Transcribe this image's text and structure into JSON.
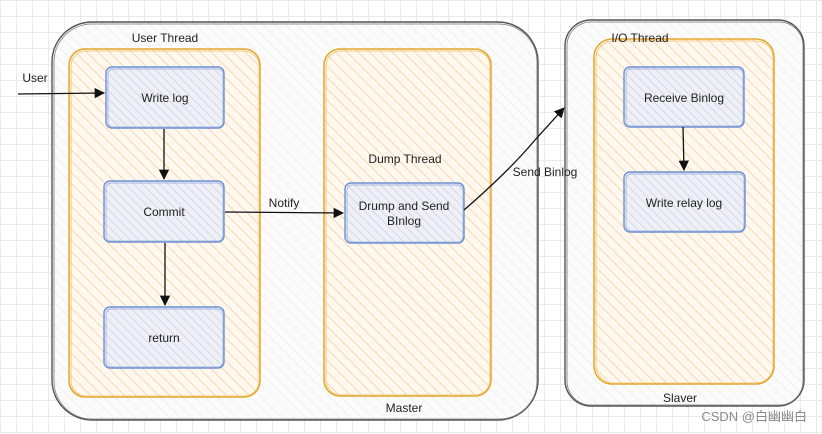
{
  "actor": {
    "label": "User"
  },
  "master": {
    "label": "Master",
    "user_thread": {
      "label": "User Thread",
      "steps": [
        "Write log",
        "Commit",
        "return"
      ]
    },
    "dump_thread": {
      "label": "Dump Thread",
      "step_line1": "Drump and Send",
      "step_line2": "BInlog"
    }
  },
  "slaver": {
    "label": "Slaver",
    "io_thread": {
      "label": "I/O Thread",
      "steps": [
        "Receive Binlog",
        "Write relay log"
      ]
    }
  },
  "edges": {
    "notify": "Notify",
    "send_binlog": "Send Binlog"
  },
  "watermark": "CSDN @白幽幽白",
  "colors": {
    "thread_fill": "#fdf1e4",
    "thread_border": "#e3a72f",
    "step_fill": "#e6e9f3",
    "step_border": "#6f8fd1",
    "outer_border": "#555555"
  }
}
